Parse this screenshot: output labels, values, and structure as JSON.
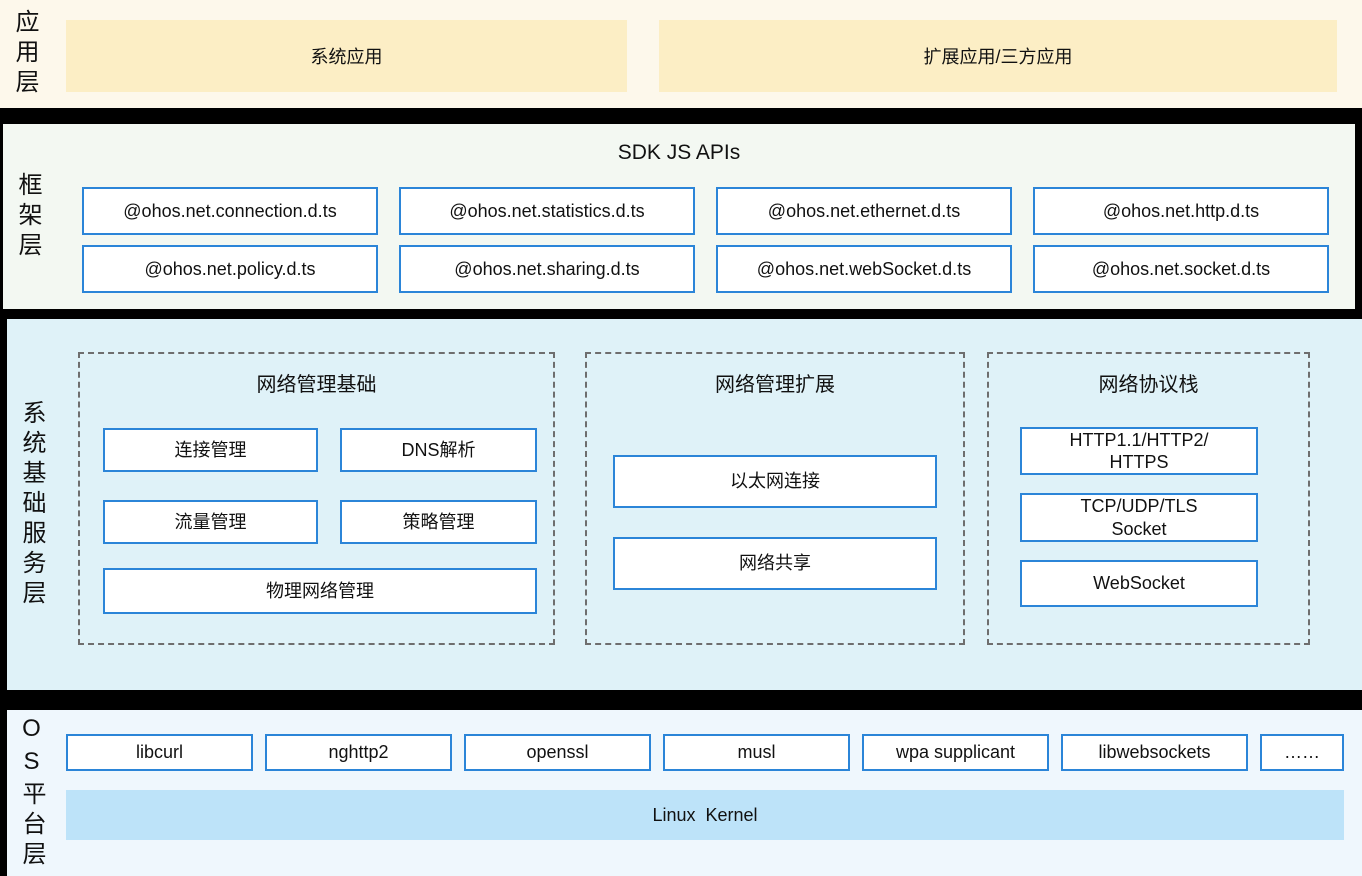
{
  "colors": {
    "accent-blue": "#2B85D8",
    "app-band-bg": "#FDF8EB",
    "app-box-bg": "#FCEEC5",
    "framework-band-bg": "#F3F8F2",
    "system-band-bg": "#DFF2F8",
    "os-band-bg": "#EFF7FD",
    "kernel-bg": "#BDE3F9",
    "separator": "#000000",
    "dash-gray": "#6E6E6E",
    "text": "#111111"
  },
  "layers": {
    "app": {
      "label": "应用层",
      "boxes": [
        "系统应用",
        "扩展应用/三方应用"
      ]
    },
    "framework": {
      "label": "框架层",
      "title": "SDK JS APIs",
      "row1": [
        "@ohos.net.connection.d.ts",
        "@ohos.net.statistics.d.ts",
        "@ohos.net.ethernet.d.ts",
        "@ohos.net.http.d.ts"
      ],
      "row2": [
        "@ohos.net.policy.d.ts",
        "@ohos.net.sharing.d.ts",
        "@ohos.net.webSocket.d.ts",
        "@ohos.net.socket.d.ts"
      ]
    },
    "system": {
      "label": "系统基础服务层",
      "groups": [
        {
          "title": "网络管理基础",
          "items": [
            "连接管理",
            "DNS解析",
            "流量管理",
            "策略管理",
            "物理网络管理"
          ]
        },
        {
          "title": "网络管理扩展",
          "items": [
            "以太网连接",
            "网络共享"
          ]
        },
        {
          "title": "网络协议栈",
          "items": [
            "HTTP1.1/HTTP2/\nHTTPS",
            "TCP/UDP/TLS\nSocket",
            "WebSocket"
          ]
        }
      ]
    },
    "os": {
      "label": "OS平台层",
      "libs": [
        "libcurl",
        "nghttp2",
        "openssl",
        "musl",
        "wpa supplicant",
        "libwebsockets",
        "……"
      ],
      "kernel": "Linux  Kernel"
    }
  }
}
